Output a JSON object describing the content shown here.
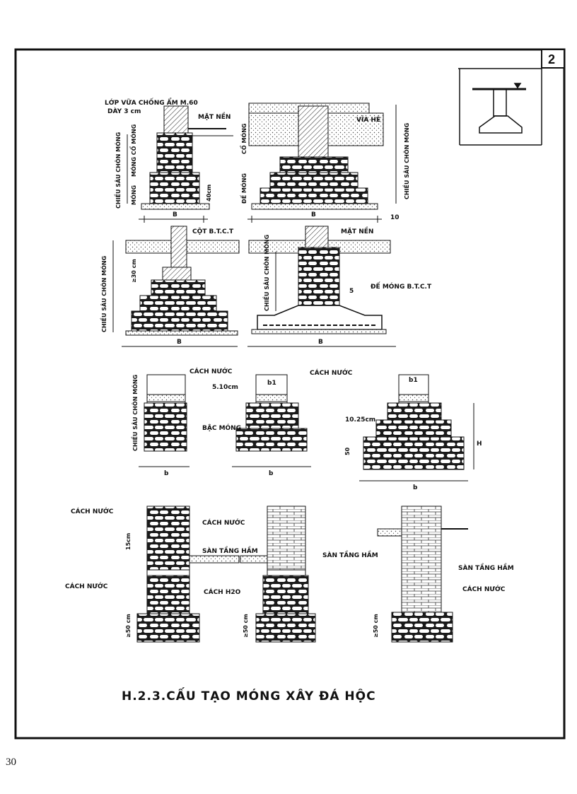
{
  "sheet": {
    "badge_number": "2",
    "caption": "H.2.3.CẤU TẠO MÓNG XÂY ĐÁ HỘC",
    "page_number": "30"
  },
  "row1": {
    "left": {
      "moisture_layer": "LỚP VỮA CHỐNG ẨM M.60",
      "thickness": "DÀY 3 cm",
      "floor": "MẶT NỀN",
      "depth": "CHIỀU SÂU CHÔN MÓNG",
      "wall_footing": "MÓNG CỔ MÓNG",
      "footing": "MÓNG",
      "h40": "40cm",
      "b": "B"
    },
    "right": {
      "sidewalk": "VỈA HÈ",
      "neck": "CỔ MÓNG",
      "base": "ĐẾ MÓNG",
      "depth": "CHIỀU SÂU CHÔN MÓNG",
      "b": "B",
      "dim": "10"
    }
  },
  "row2": {
    "left": {
      "column": "CỘT B.T.C.T",
      "depth": "CHIỀU SÂU CHÔN MÓNG",
      "h30": "≥30 cm",
      "b": "B"
    },
    "right": {
      "floor": "MẶT NỀN",
      "depth": "CHIỀU SÂU CHÔN MÓNG",
      "base": "ĐẾ MÓNG B.T.C.T",
      "d5": "5",
      "b": "B"
    }
  },
  "row3": {
    "waterproof1": "CÁCH NƯỚC",
    "waterproof2": "CÁCH NƯỚC",
    "step_dim": "5.10cm",
    "b1": "b1",
    "depth": "CHIỀU SÂU CHÔN MÓNG",
    "step": "BẬC MÓNG",
    "d1025": "10.25cm",
    "d50": "50",
    "h_label": "H",
    "b": "b"
  },
  "row4": {
    "waterproof_top": "CÁCH NƯỚC",
    "waterproof_mid": "CÁCH NƯỚC",
    "waterproof_bot": "CÁCH NƯỚC",
    "d15": "15cm",
    "basement": "SÀN TẦNG HẦM",
    "basement_inline": "SÀN TẦNG HẦM",
    "basement_right": "SÀN TẦNG HẦM",
    "h2o": "CÁCH H2O",
    "waterproof_right": "CÁCH NƯỚC",
    "d50": "≥50 cm"
  }
}
